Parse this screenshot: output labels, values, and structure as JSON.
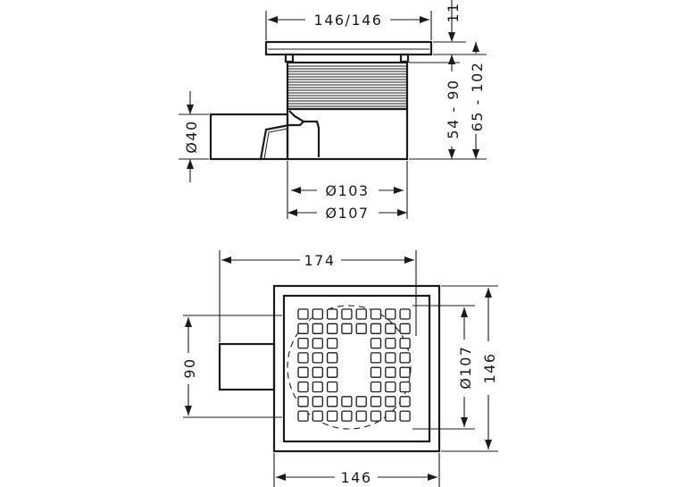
{
  "side_view": {
    "dims": {
      "width_top": "146/146",
      "frame_height": "11",
      "range_54_90": "54 - 90",
      "range_65_102": "65 - 102",
      "outlet_diameter": "Ø40",
      "body_diameter_103": "Ø103",
      "body_diameter_107": "Ø107"
    }
  },
  "plan_view": {
    "dims": {
      "overall_width": "174",
      "outlet_offset": "90",
      "grate_width": "146",
      "grate_height": "146",
      "body_diameter": "Ø107"
    }
  }
}
